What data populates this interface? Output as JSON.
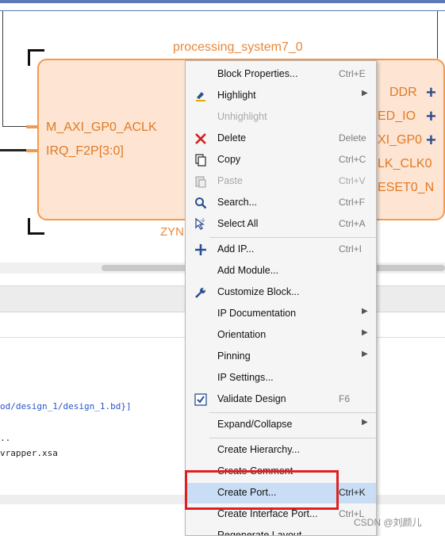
{
  "diagram": {
    "ip_title": "processing_system7_0",
    "left_ports": [
      "M_AXI_GP0_ACLK",
      "IRQ_F2P[3:0]"
    ],
    "right_ports": [
      "DDR",
      "ED_IO",
      "XI_GP0",
      "LK_CLK0",
      "ESET0_N"
    ],
    "block_footer": "ZYN"
  },
  "console": {
    "lines": [
      "od/design_1/design_1.bd}]",
      "..",
      "vrapper.xsa"
    ]
  },
  "menu": {
    "items": [
      {
        "label": "Block Properties...",
        "shortcut": "Ctrl+E"
      },
      {
        "label": "Highlight",
        "shortcut": ""
      },
      {
        "label": "Unhighlight",
        "shortcut": ""
      },
      {
        "label": "Delete",
        "shortcut": "Delete"
      },
      {
        "label": "Copy",
        "shortcut": "Ctrl+C"
      },
      {
        "label": "Paste",
        "shortcut": "Ctrl+V"
      },
      {
        "label": "Search...",
        "shortcut": "Ctrl+F"
      },
      {
        "label": "Select All",
        "shortcut": "Ctrl+A"
      },
      {
        "label": "Add IP...",
        "shortcut": "Ctrl+I"
      },
      {
        "label": "Add Module...",
        "shortcut": ""
      },
      {
        "label": "Customize Block...",
        "shortcut": ""
      },
      {
        "label": "IP Documentation",
        "shortcut": ""
      },
      {
        "label": "Orientation",
        "shortcut": ""
      },
      {
        "label": "Pinning",
        "shortcut": ""
      },
      {
        "label": "IP Settings...",
        "shortcut": ""
      },
      {
        "label": "Validate Design",
        "shortcut": "F6"
      },
      {
        "label": "Expand/Collapse",
        "shortcut": ""
      },
      {
        "label": "Create Hierarchy...",
        "shortcut": ""
      },
      {
        "label": "Create Comment",
        "shortcut": ""
      },
      {
        "label": "Create Port...",
        "shortcut": "Ctrl+K"
      },
      {
        "label": "Create Interface Port...",
        "shortcut": "Ctrl+L"
      },
      {
        "label": "Regenerate Layout",
        "shortcut": ""
      }
    ]
  },
  "watermark": "CSDN @刘颜儿",
  "colors": {
    "accent_orange": "#f39a4d",
    "block_fill": "#fde4d3",
    "menu_highlight": "#c9def5",
    "annotation_red": "#e02020"
  }
}
